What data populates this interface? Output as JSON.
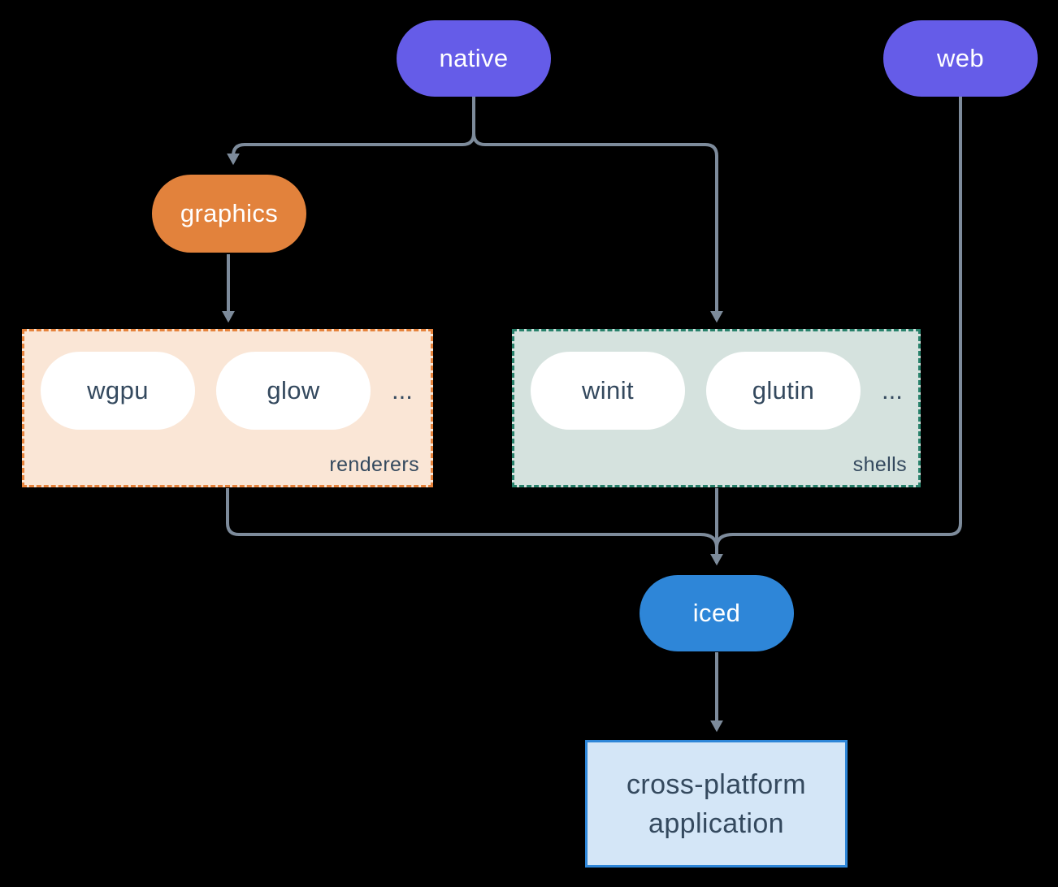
{
  "diagram": {
    "background": "#000000",
    "nodes": {
      "native": {
        "label": "native"
      },
      "web": {
        "label": "web"
      },
      "graphics": {
        "label": "graphics"
      },
      "iced": {
        "label": "iced"
      },
      "application": {
        "line1": "cross-platform",
        "line2": "application"
      }
    },
    "groups": {
      "renderers": {
        "label": "renderers",
        "items": [
          "wgpu",
          "glow"
        ],
        "ellipsis": "..."
      },
      "shells": {
        "label": "shells",
        "items": [
          "winit",
          "glutin"
        ],
        "ellipsis": "..."
      }
    },
    "edges": [
      {
        "from": "native",
        "to": "graphics"
      },
      {
        "from": "native",
        "to": "shells"
      },
      {
        "from": "graphics",
        "to": "renderers"
      },
      {
        "from": "renderers",
        "to": "iced"
      },
      {
        "from": "shells",
        "to": "iced"
      },
      {
        "from": "web",
        "to": "iced"
      },
      {
        "from": "iced",
        "to": "application"
      }
    ],
    "palette": {
      "platform_purple": "#655CE8",
      "graphics_orange": "#E2823C",
      "renderers_fill": "#FAE6D6",
      "renderers_border": "#E6833C",
      "shells_fill": "#D5E2DE",
      "shells_border": "#28816B",
      "iced_blue": "#2E86D8",
      "application_fill": "#D4E6F7",
      "application_border": "#2E86D8",
      "edge_gray": "#7D8B9B",
      "dark_text": "#34495E",
      "light_text": "#FFFFFF"
    }
  }
}
